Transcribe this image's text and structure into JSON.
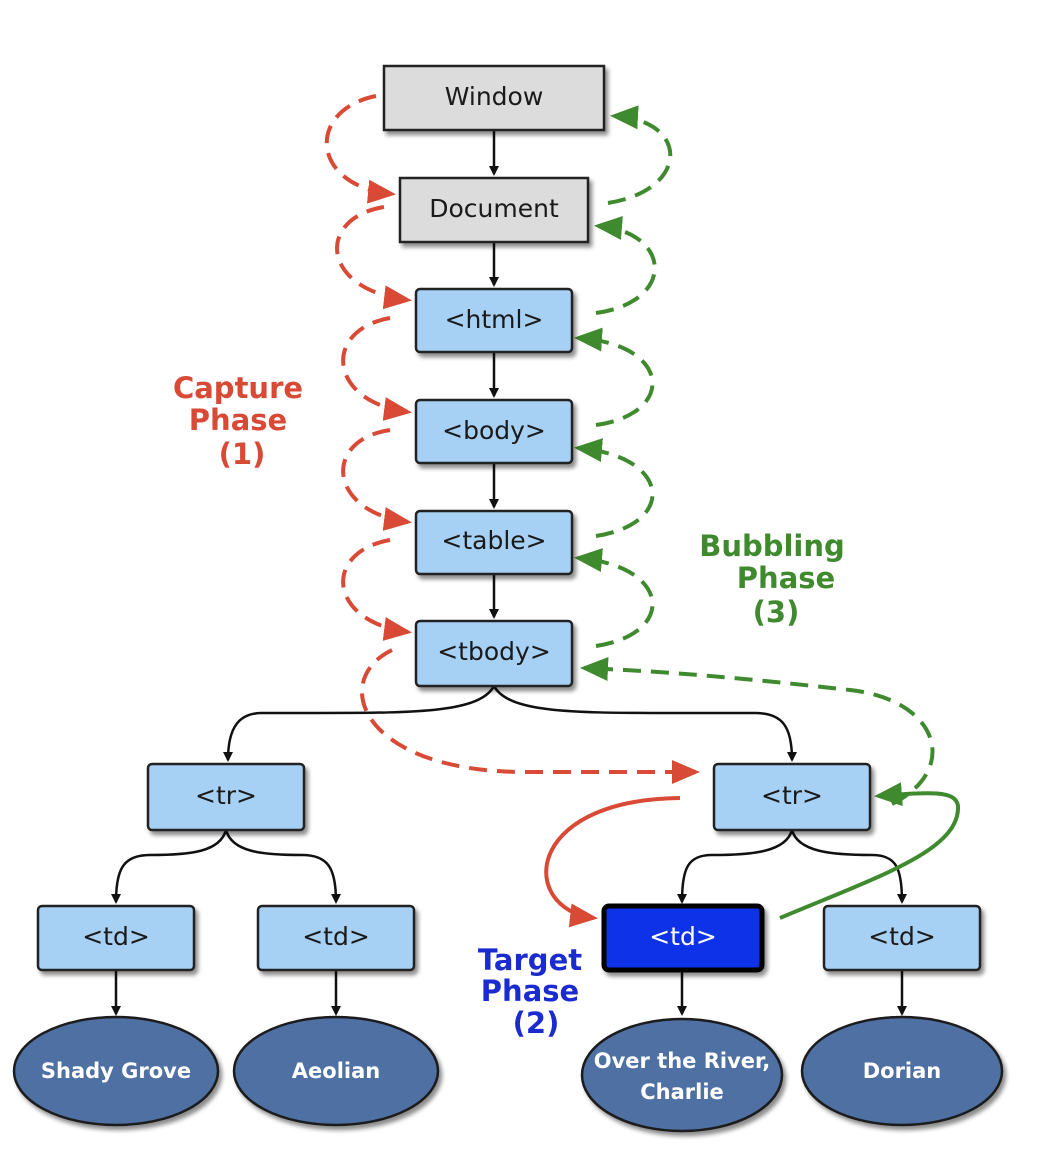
{
  "diagram": {
    "nodes": {
      "window": "Window",
      "document": "Document",
      "html": "<html>",
      "body": "<body>",
      "table": "<table>",
      "tbody": "<tbody>",
      "tr_left": "<tr>",
      "tr_right": "<tr>",
      "td_1": "<td>",
      "td_2": "<td>",
      "td_target": "<td>",
      "td_4": "<td>"
    },
    "leaves": {
      "leaf_1": "Shady Grove",
      "leaf_2": "Aeolian",
      "leaf_3_line1": "Over the River,",
      "leaf_3_line2": "Charlie",
      "leaf_4": "Dorian"
    },
    "phases": {
      "capture": {
        "line1": "Capture",
        "line2": "Phase",
        "line3": "(1)",
        "color": "#d94a36"
      },
      "target": {
        "line1": "Target",
        "line2": "Phase",
        "line3": "(2)",
        "color": "#1a2bd0"
      },
      "bubbling": {
        "line1": "Bubbling",
        "line2": "Phase",
        "line3": "(3)",
        "color": "#3f8a2e"
      }
    },
    "colors": {
      "gray_box": "#dcdcdc",
      "blue_box": "#a7d0f5",
      "target_box": "#1030e8",
      "leaf_ellipse": "#4f6fa3",
      "capture_arrow": "#d94a36",
      "bubble_arrow": "#3f8a2e"
    }
  }
}
